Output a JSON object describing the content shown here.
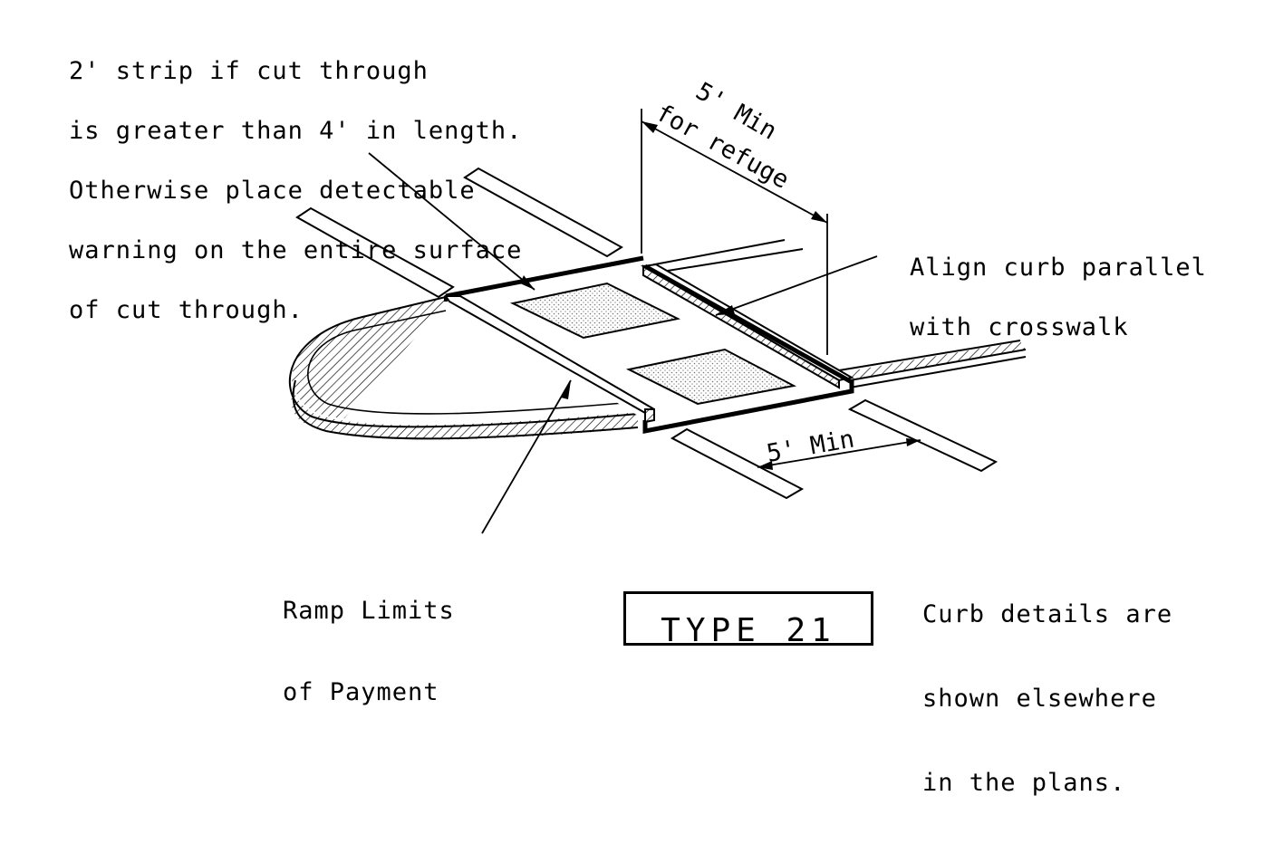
{
  "notes": {
    "strip": [
      "2' strip if cut through",
      "is greater than 4' in length.",
      "Otherwise place detectable",
      "warning on the entire surface",
      "of cut through."
    ],
    "align": [
      "Align curb parallel",
      "with crosswalk"
    ],
    "ramp": [
      "Ramp Limits",
      "of Payment"
    ],
    "curb": [
      "Curb details are",
      "shown elsewhere",
      "in the plans."
    ]
  },
  "dimensions": {
    "refuge_min": "5' Min",
    "refuge_for": "for refuge",
    "crosswalk_min": "5' Min"
  },
  "title": "TYPE 21"
}
